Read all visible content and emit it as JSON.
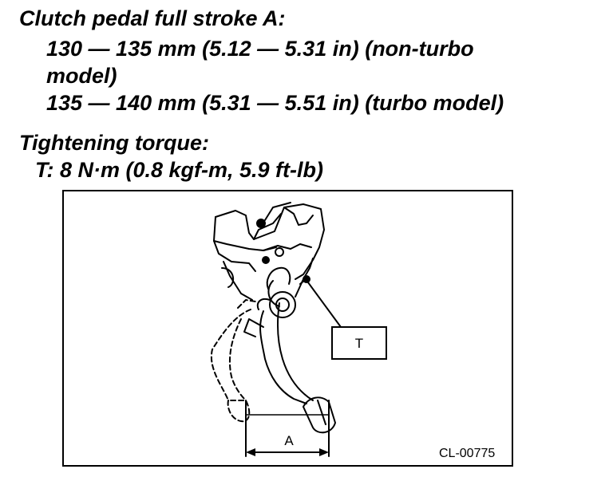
{
  "spec": {
    "stroke_heading": "Clutch pedal full stroke A:",
    "stroke_nonturbo_line1": "130 — 135 mm (5.12 — 5.31 in) (non-turbo",
    "stroke_nonturbo_line2": "model)",
    "stroke_turbo": "135 — 140 mm (5.31 — 5.51 in) (turbo model)",
    "torque_heading": "Tightening torque:",
    "torque_value": "T: 8 N·m (0.8 kgf-m, 5.9 ft-lb)"
  },
  "figure": {
    "callout_t": "T",
    "dimension_a": "A",
    "code": "CL-00775"
  }
}
